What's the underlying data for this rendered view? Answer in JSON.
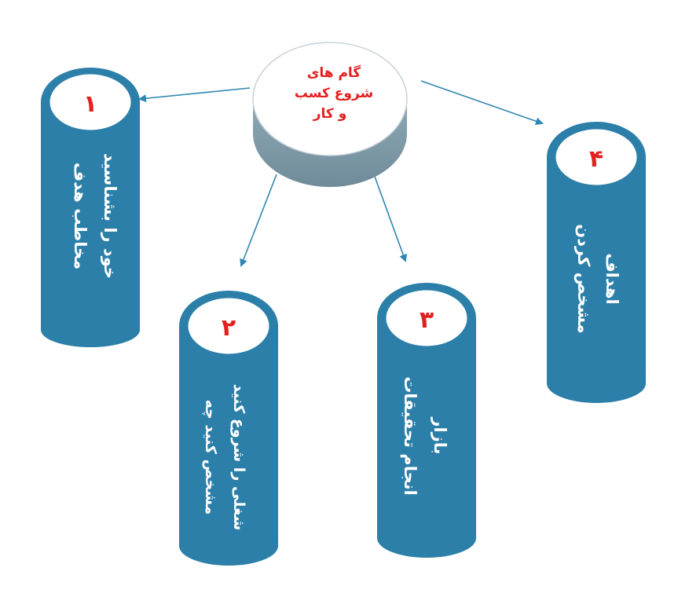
{
  "hub": {
    "lines": [
      "گام های",
      "شروع کسب",
      "و کار"
    ]
  },
  "steps": [
    {
      "number": "۱",
      "lines": [
        "مخاطب هدف",
        "خود را بشناسید"
      ]
    },
    {
      "number": "۲",
      "lines": [
        "مشخص کنید چه",
        "شغلی را شروع کنید"
      ]
    },
    {
      "number": "۳",
      "lines": [
        "انجام تحقیقات",
        "بازار"
      ]
    },
    {
      "number": "۴",
      "lines": [
        "مشخص کردن",
        "اهداف"
      ]
    }
  ],
  "colors": {
    "cylinder": "#2b7fa8",
    "cylinder_dark": "#1f6a90",
    "number": "#e41f1f",
    "hub_top": "#ffffff",
    "hub_side": "#7f9aa8",
    "arrow": "#2f86b0"
  }
}
